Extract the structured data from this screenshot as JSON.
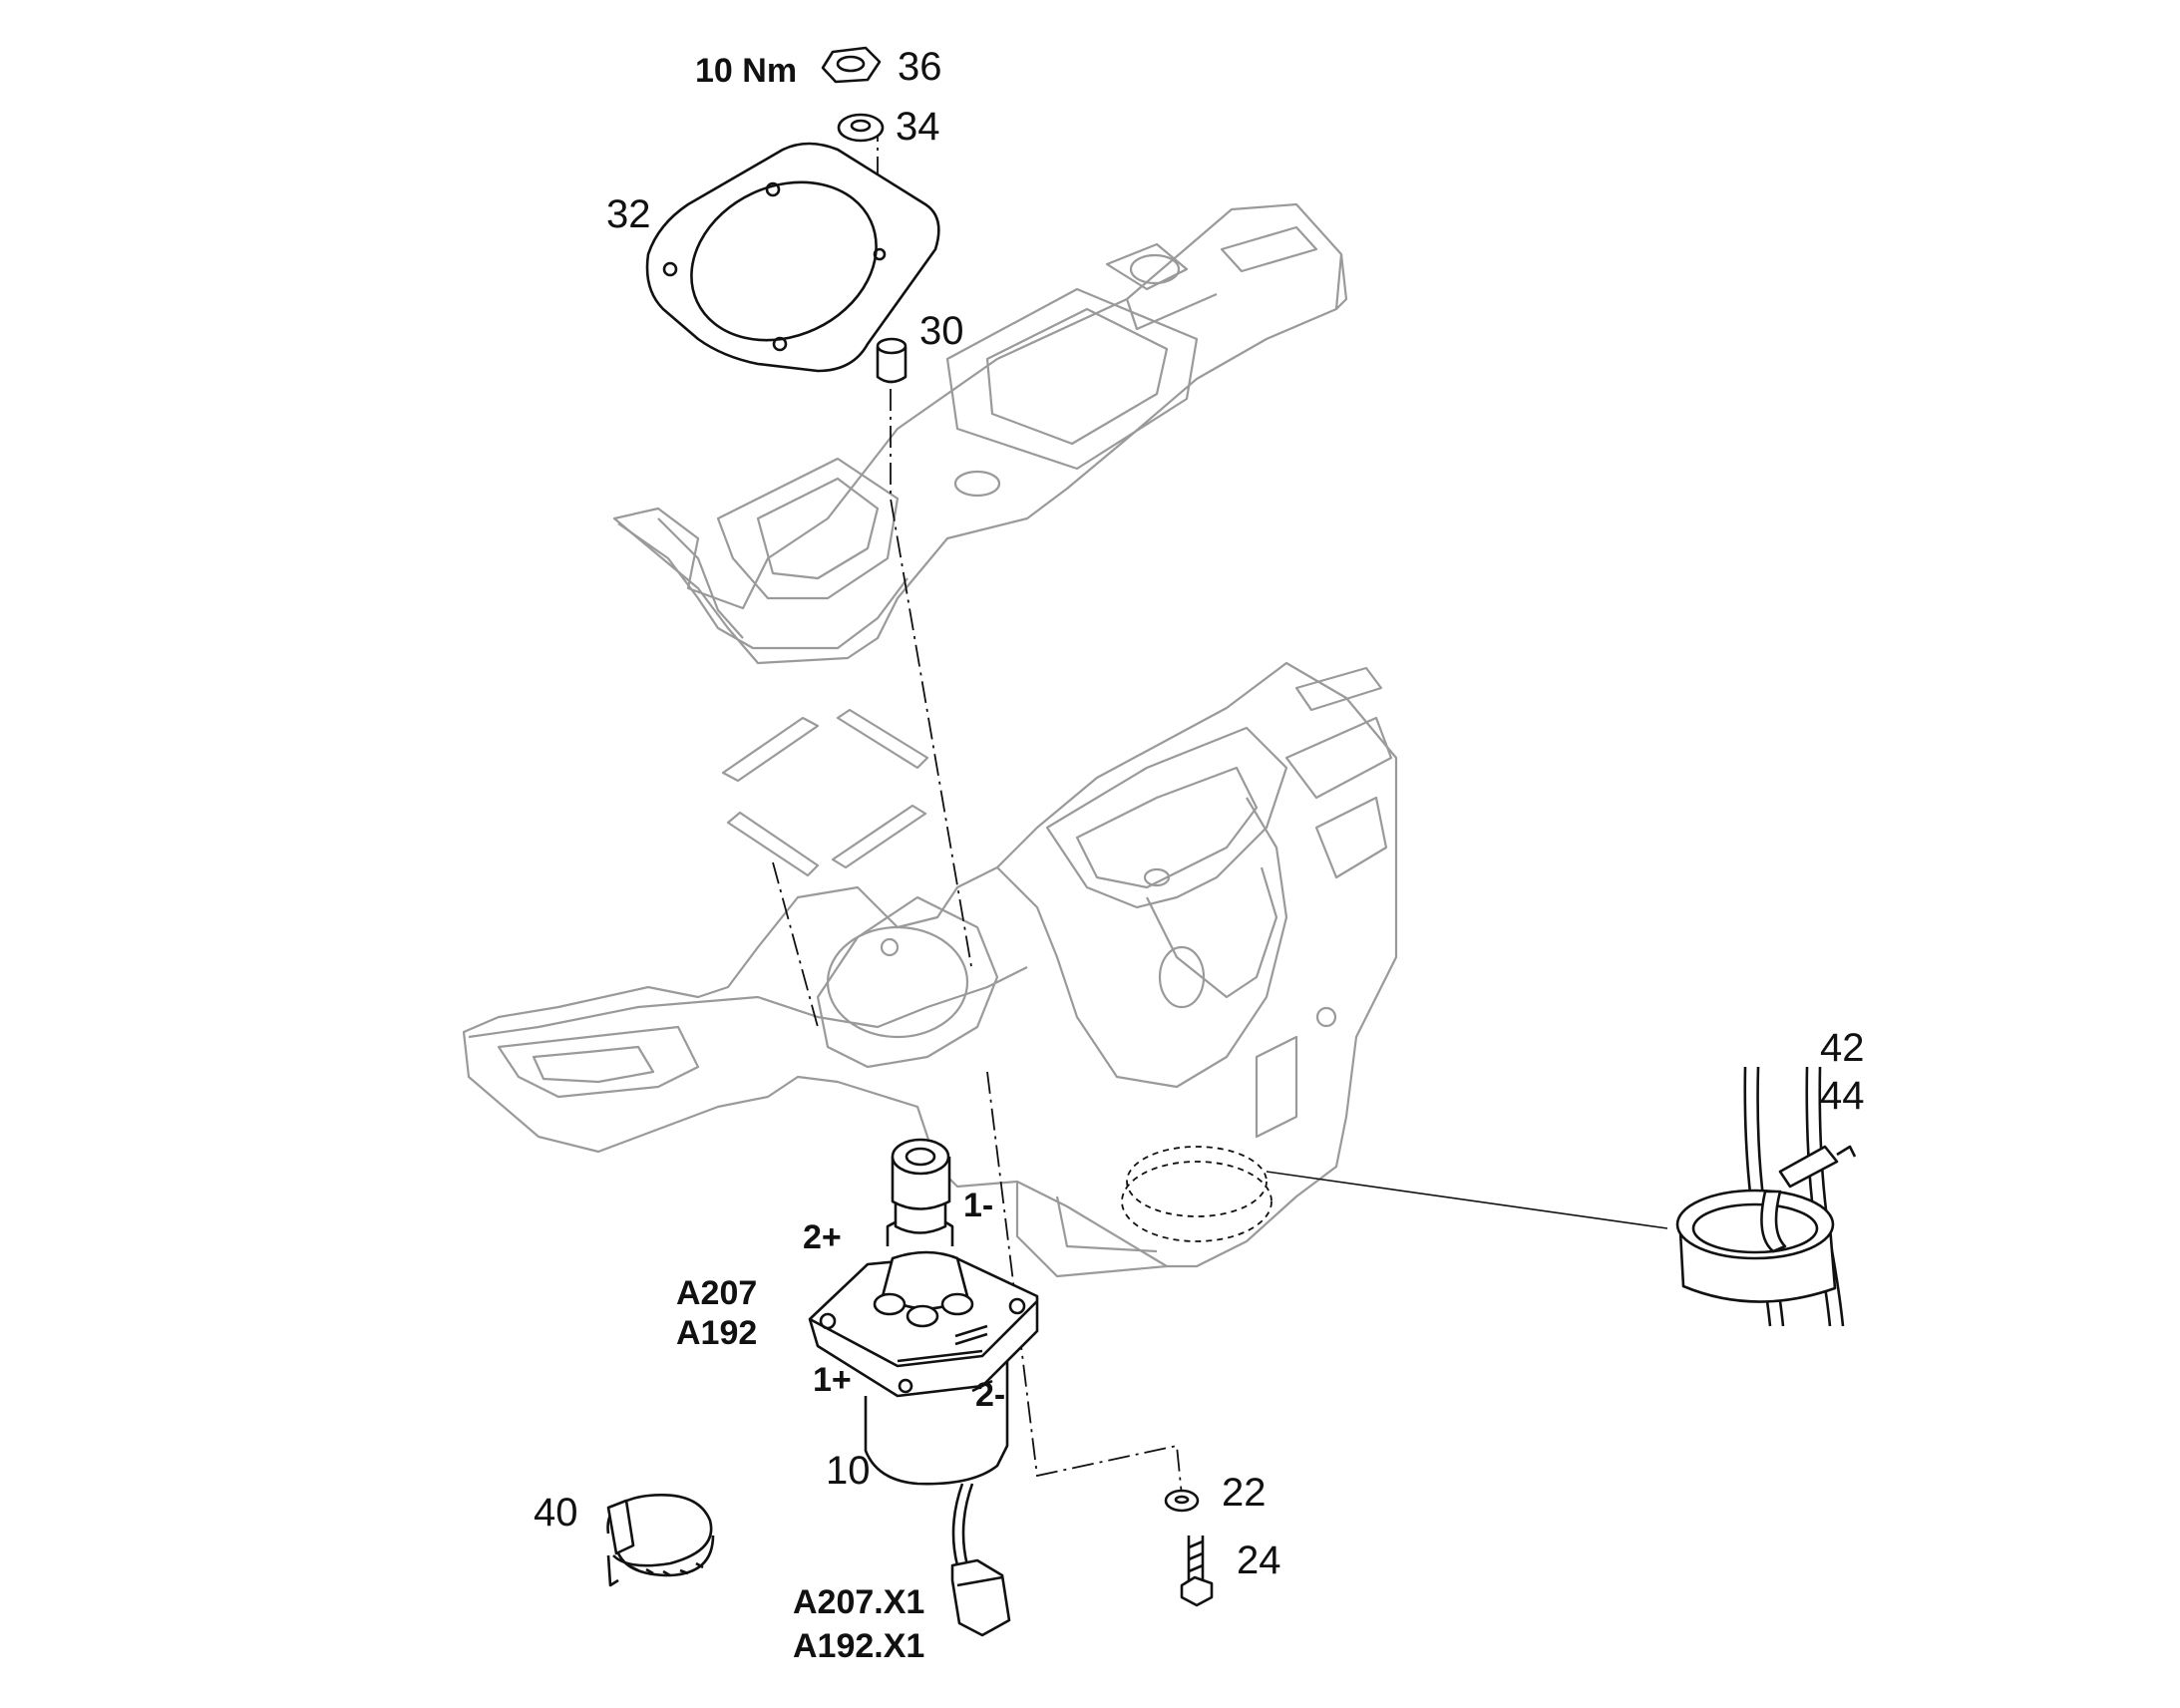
{
  "parts": {
    "p36": "36",
    "p34": "34",
    "p32": "32",
    "p30": "30",
    "p10": "10",
    "p22": "22",
    "p24": "24",
    "p40": "40",
    "p42": "42",
    "p44": "44"
  },
  "annotations": {
    "torque": "10 Nm",
    "component_a": "A207",
    "component_b": "A192",
    "connector_a": "A207.X1",
    "connector_b": "A192.X1"
  },
  "terminals": {
    "t1_minus": "1-",
    "t2_plus": "2+",
    "t1_plus": "1+",
    "t2_minus": "2-"
  }
}
